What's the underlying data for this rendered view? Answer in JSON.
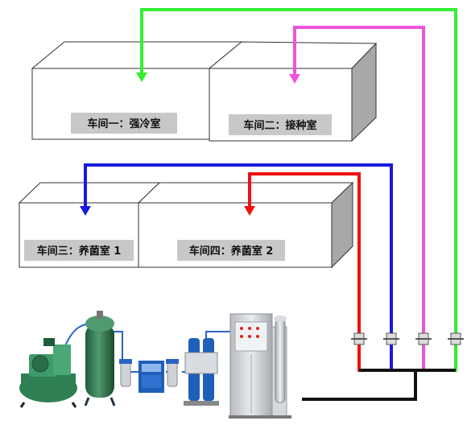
{
  "workshops": [
    {
      "label": "车间一：强冷室"
    },
    {
      "label": "车间二：接种室"
    },
    {
      "label": "车间三：养菌室 1"
    },
    {
      "label": "车间四：养菌室 2"
    }
  ],
  "pipes": {
    "green": "#33ee33",
    "magenta": "#ee55dd",
    "blue": "#1a1adf",
    "red": "#ee1111",
    "black": "#111111"
  },
  "equipment": [
    {
      "icon": "air-compressor-icon"
    },
    {
      "icon": "air-tank-icon"
    },
    {
      "icon": "filter-icon"
    },
    {
      "icon": "refrigerated-dryer-icon"
    },
    {
      "icon": "oxygen-generator-icon"
    },
    {
      "icon": "ozone-generator-icon"
    }
  ]
}
